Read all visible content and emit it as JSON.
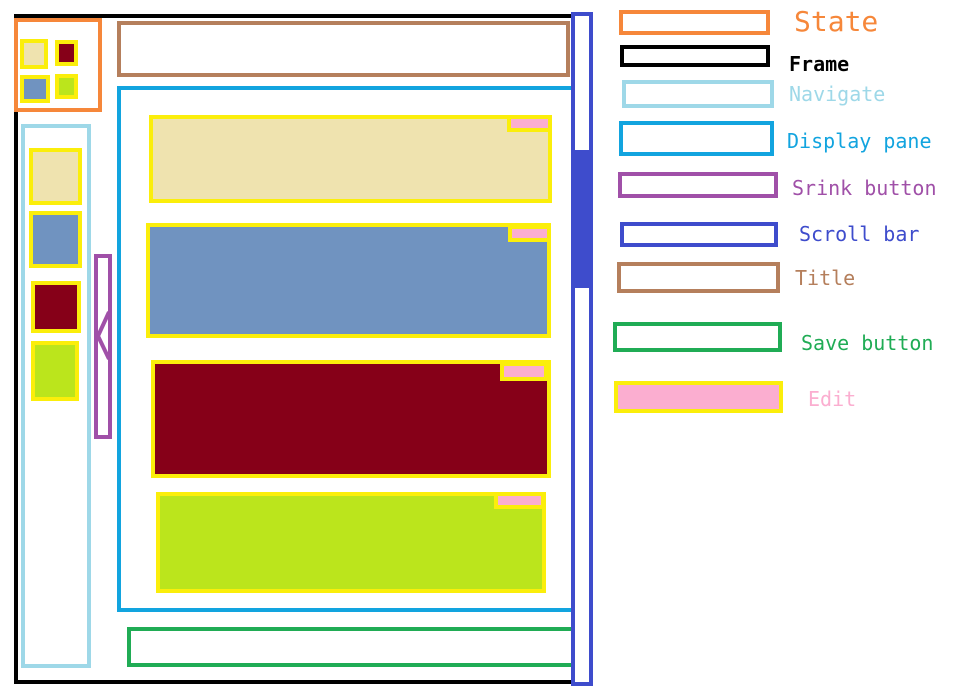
{
  "colors": {
    "state": "#f6873a",
    "frame": "#000000",
    "navigate": "#9ed8e8",
    "display_pane": "#12a4df",
    "shrink_button": "#a050a8",
    "scroll_bar": "#3e4ccc",
    "title": "#b57f5c",
    "save_button": "#20ac55",
    "edit_fill": "#fbaed0",
    "edit_border": "#fbee0b",
    "card_colors": [
      "#efe3af",
      "#7093c0",
      "#860018",
      "#bbe51c"
    ]
  },
  "legend": [
    {
      "key": "state",
      "label": "State"
    },
    {
      "key": "frame",
      "label": "Frame"
    },
    {
      "key": "navigate",
      "label": "Navigate"
    },
    {
      "key": "display_pane",
      "label": "Display pane"
    },
    {
      "key": "shrink_button",
      "label": "Srink button"
    },
    {
      "key": "scroll_bar",
      "label": "Scroll bar"
    },
    {
      "key": "title",
      "label": "Title"
    },
    {
      "key": "save_button",
      "label": "Save button"
    },
    {
      "key": "edit",
      "label": "Edit"
    }
  ]
}
